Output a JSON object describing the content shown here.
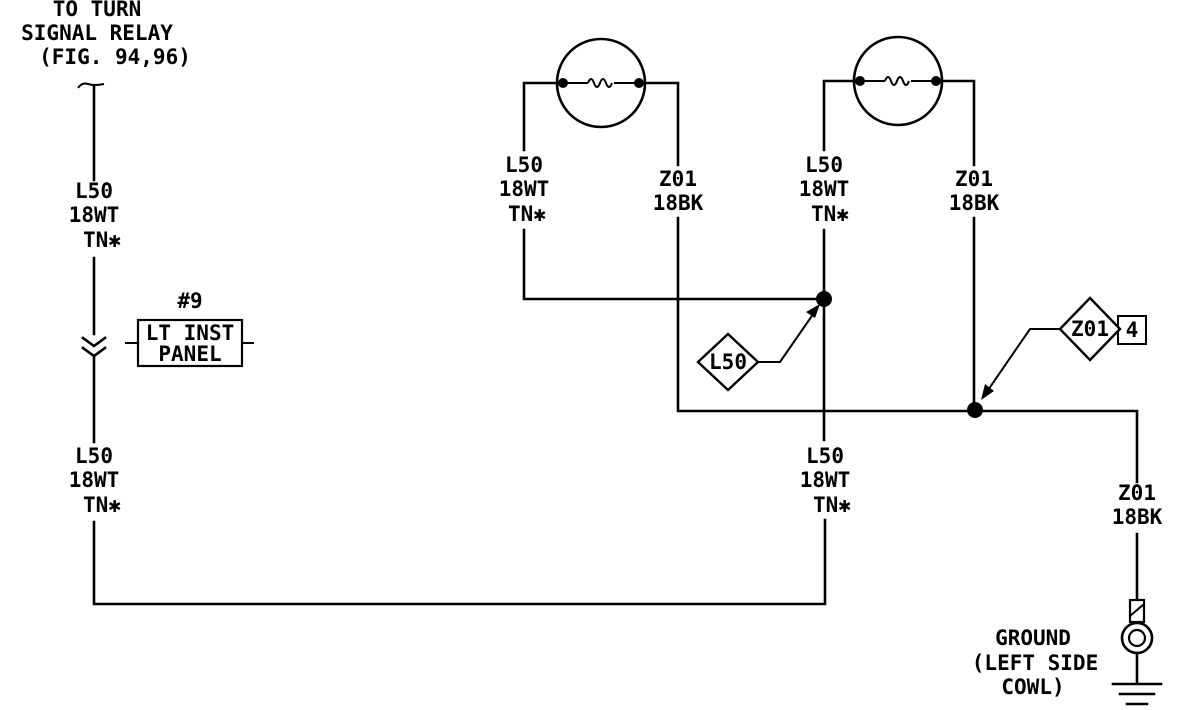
{
  "relay_note": {
    "line1": "TO TURN",
    "line2": "SIGNAL RELAY",
    "line3": "(FIG. 94,96)"
  },
  "wires": {
    "left_top": {
      "circuit": "L50",
      "gauge": "18WT",
      "tracer": "TN✱"
    },
    "left_bottom": {
      "circuit": "L50",
      "gauge": "18WT",
      "tracer": "TN✱"
    },
    "lamp1_left": {
      "circuit": "L50",
      "gauge": "18WT",
      "tracer": "TN✱"
    },
    "lamp1_right": {
      "circuit": "Z01",
      "gauge": "18BK"
    },
    "lamp2_left": {
      "circuit": "L50",
      "gauge": "18WT",
      "tracer": "TN✱"
    },
    "lamp2_right": {
      "circuit": "Z01",
      "gauge": "18BK"
    },
    "center_bottom": {
      "circuit": "L50",
      "gauge": "18WT",
      "tracer": "TN✱"
    },
    "ground_wire": {
      "circuit": "Z01",
      "gauge": "18BK"
    }
  },
  "connector": {
    "number": "#9",
    "line1": "LT INST",
    "line2": "PANEL"
  },
  "splices": {
    "l50": {
      "label": "L50"
    },
    "z01": {
      "label": "Z01",
      "ref": "4"
    }
  },
  "ground": {
    "line1": "GROUND",
    "line2": "(LEFT SIDE",
    "line3": "COWL)"
  }
}
